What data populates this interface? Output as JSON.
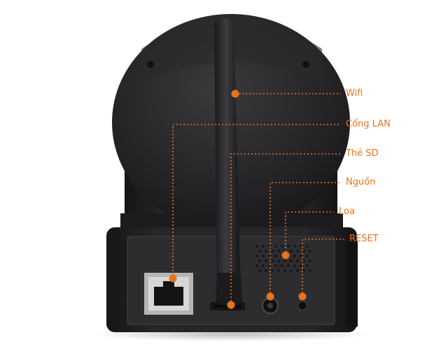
{
  "diagram": {
    "accent_color": "#e8731e",
    "device_color": "#1f1f21",
    "callouts": [
      {
        "id": "wifi",
        "label": "Wifi",
        "icon": "antenna-icon"
      },
      {
        "id": "lan",
        "label": "Cổng LAN",
        "icon": "ethernet-port-icon"
      },
      {
        "id": "sd",
        "label": "Thẻ SD",
        "icon": "sd-card-slot-icon"
      },
      {
        "id": "power",
        "label": "Nguồn",
        "icon": "power-jack-icon"
      },
      {
        "id": "speaker",
        "label": "Loa",
        "icon": "speaker-grille-icon"
      },
      {
        "id": "reset",
        "label": "RESET",
        "icon": "reset-hole-icon"
      }
    ]
  }
}
